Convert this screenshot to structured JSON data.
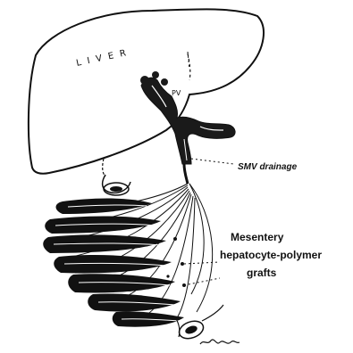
{
  "diagram": {
    "labels": {
      "liver": "LIVER",
      "pv": "PV",
      "smv_drainage": "SMV drainage",
      "mesentery_line1": "Mesentery",
      "mesentery_line2": "hepatocyte-polymer",
      "mesentery_line3": "grafts"
    },
    "signature": "illustrator signature"
  }
}
